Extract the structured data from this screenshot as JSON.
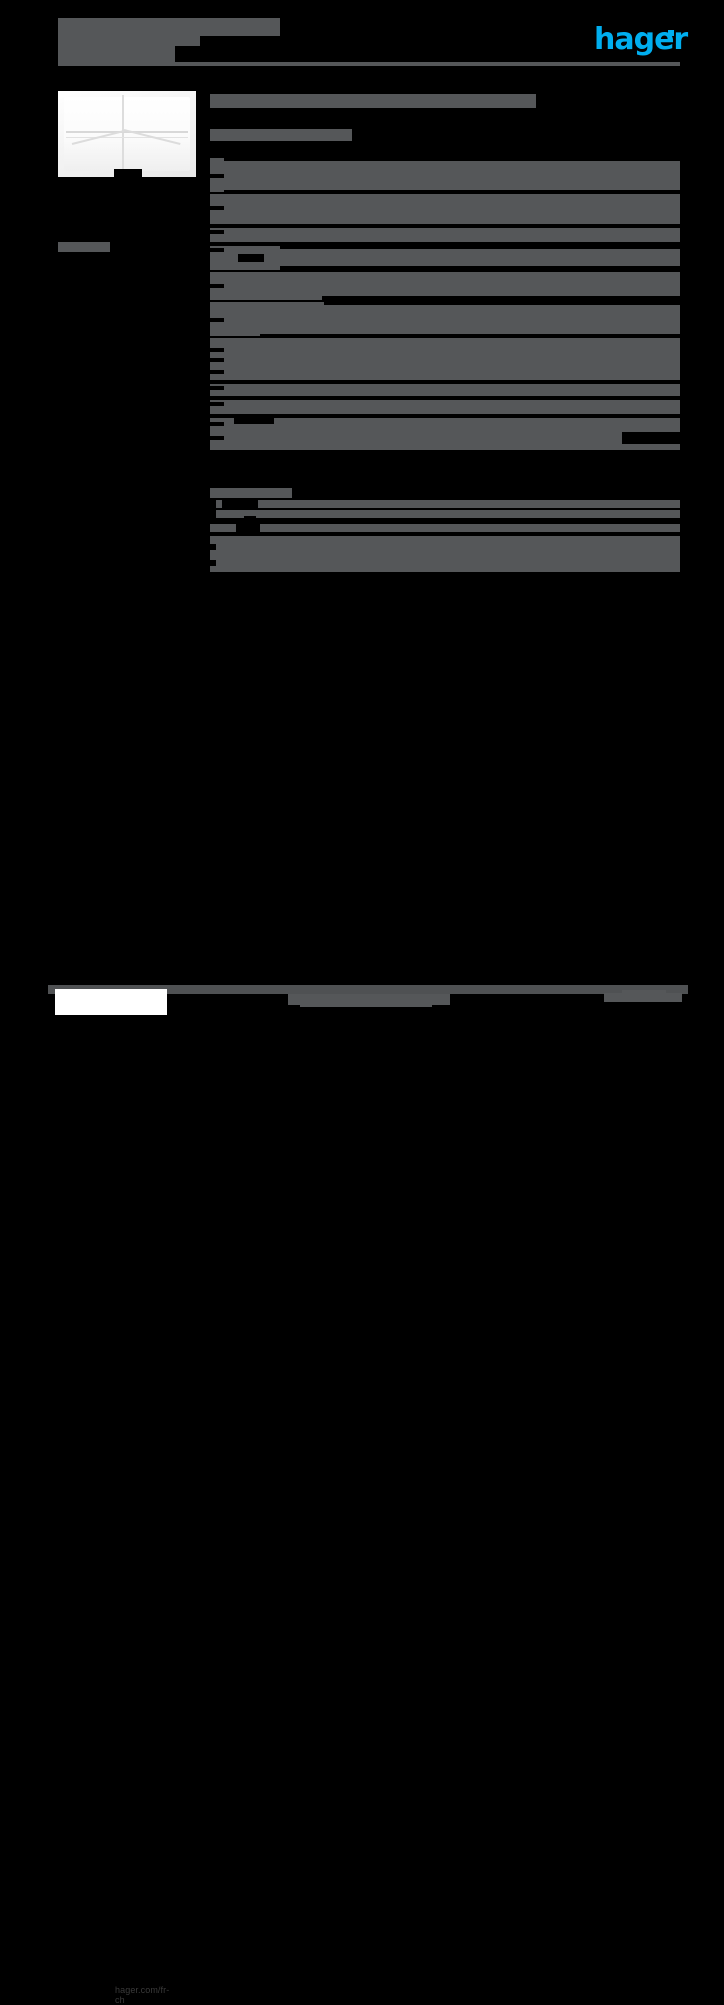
{
  "document": {
    "type": "product-datasheet",
    "brand": "hager",
    "brand_color": "#00AEEF",
    "page_background": "#000000",
    "redaction_color": "#555759",
    "redacted": true
  },
  "header": {
    "title_redacted": "",
    "subtitle_redacted": "",
    "reference_redacted": "",
    "logo_text": "hager"
  },
  "sidebar": {
    "product_image_alt": "product-photo",
    "caption_redacted": ""
  },
  "main": {
    "heading_redacted": "",
    "subheading_redacted": "",
    "table_primary": {
      "rows": [
        {
          "label_redacted": "",
          "value_redacted": ""
        },
        {
          "label_redacted": "",
          "value_redacted": ""
        },
        {
          "label_redacted": "",
          "value_redacted": ""
        },
        {
          "label_redacted": "",
          "value_redacted": ""
        },
        {
          "label_redacted": "",
          "value_redacted": ""
        },
        {
          "label_redacted": "",
          "value_redacted": ""
        },
        {
          "label_redacted": "",
          "value_redacted": ""
        },
        {
          "label_redacted": "",
          "value_redacted": ""
        },
        {
          "label_redacted": "",
          "value_redacted": ""
        },
        {
          "label_redacted": "",
          "value_redacted": ""
        },
        {
          "label_redacted": "",
          "value_redacted": ""
        },
        {
          "label_redacted": "",
          "value_redacted": ""
        },
        {
          "label_redacted": "",
          "value_redacted": ""
        },
        {
          "label_redacted": "",
          "value_redacted": ""
        },
        {
          "label_redacted": "",
          "value_redacted": ""
        },
        {
          "label_redacted": "",
          "value_redacted": ""
        }
      ]
    },
    "table_secondary": {
      "rows": [
        {
          "label_redacted": "",
          "value_redacted": ""
        },
        {
          "label_redacted": "",
          "value_redacted": ""
        },
        {
          "label_redacted": "",
          "value_redacted": ""
        },
        {
          "label_redacted": "",
          "value_redacted": ""
        }
      ]
    }
  },
  "footer": {
    "url": "hager.com/fr-ch",
    "center_redacted": "",
    "page_number_redacted": ""
  }
}
